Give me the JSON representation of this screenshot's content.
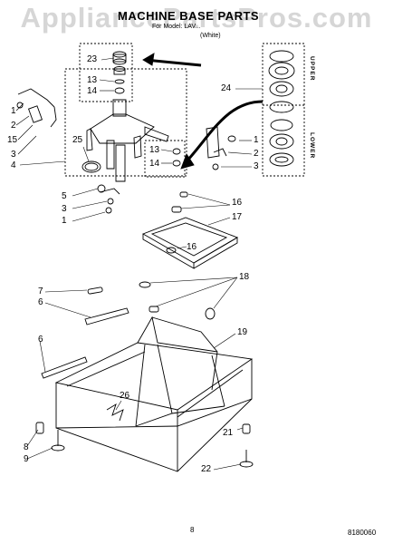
{
  "watermark": "AppliancePartsPros.com",
  "title": "MACHINE BASE PARTS",
  "subtitle": "For Model: LAV...",
  "color_note": "(White)",
  "sections": {
    "upper": "UPPER",
    "lower": "LOWER"
  },
  "callouts": {
    "c23": "23",
    "c13a": "13",
    "c14a": "14",
    "c1a": "1",
    "c2a": "2",
    "c15": "15",
    "c3a": "3",
    "c4": "4",
    "c25": "25",
    "c13b": "13",
    "c14b": "14",
    "c24": "24",
    "c1b": "1",
    "c2b": "2",
    "c3b": "3",
    "c5": "5",
    "c3c": "3",
    "c1c": "1",
    "c16a": "16",
    "c17": "17",
    "c16b": "16",
    "c18": "18",
    "c7": "7",
    "c6a": "6",
    "c6b": "6",
    "c19": "19",
    "c26": "26",
    "c21": "21",
    "c8": "8",
    "c9": "9",
    "c22": "22"
  },
  "page_number": "8",
  "document_number": "8180060"
}
